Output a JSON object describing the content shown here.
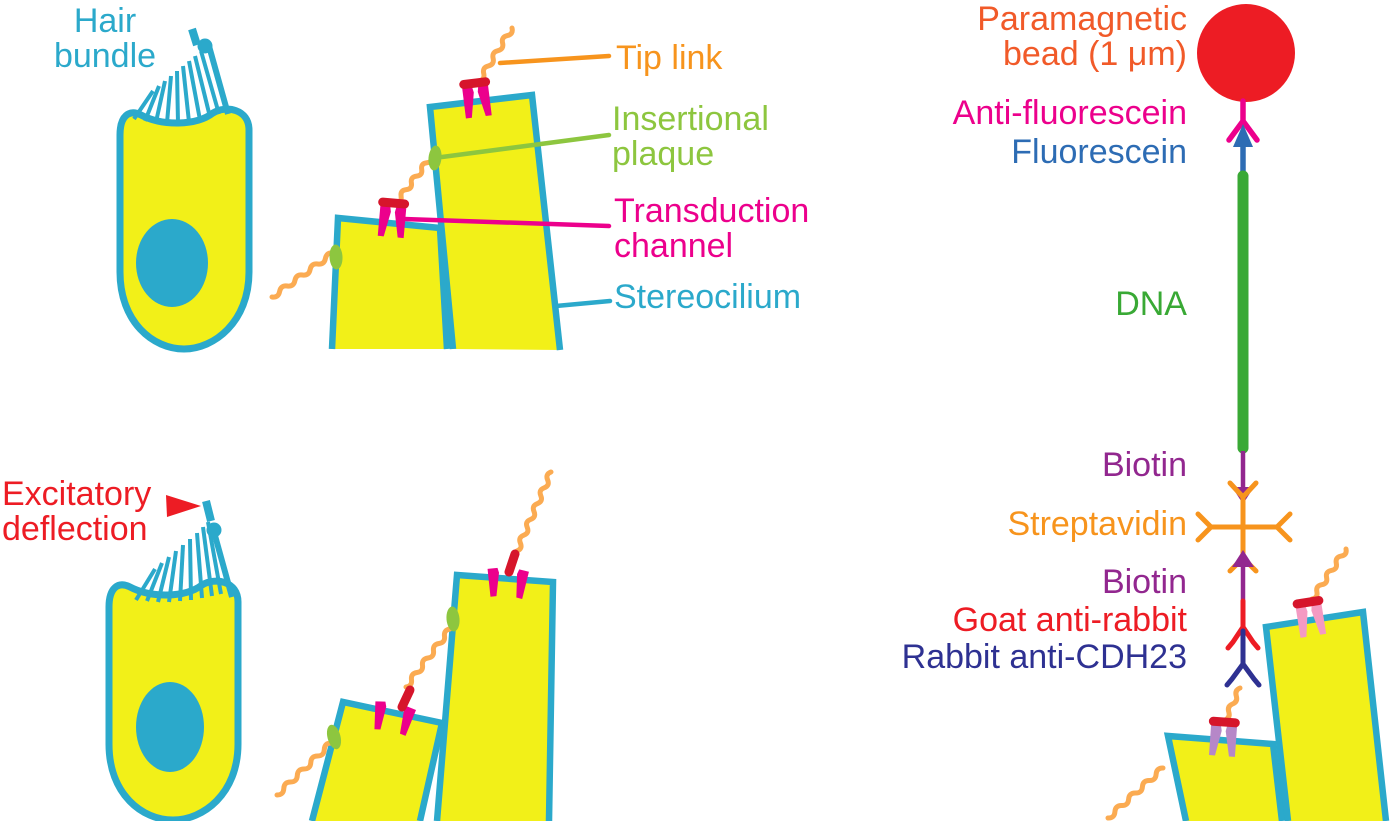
{
  "colors": {
    "teal": "#2BA9CB",
    "yellow": "#F2F018",
    "magenta": "#EC008C",
    "dark_red": "#D6152B",
    "red": "#ED1C24",
    "orange_red": "#F15A29",
    "orange": "#F7941D",
    "tip_link_orange": "#FBAB52",
    "plaque_green": "#8DC63F",
    "dna_green": "#39A935",
    "biotin_purple": "#92278F",
    "navy": "#2E3192",
    "fluorescein_blue": "#2D6CB4",
    "pink": "#F49AC2",
    "lilac": "#B687C8"
  },
  "labels": {
    "hair_bundle": {
      "line1": "Hair",
      "line2": "bundle"
    },
    "tip_link": "Tip link",
    "insertional_plaque": {
      "line1": "Insertional",
      "line2": "plaque"
    },
    "transduction_channel": {
      "line1": "Transduction",
      "line2": "channel"
    },
    "stereocilium": "Stereocilium",
    "excitatory_deflection": {
      "line1": "Excitatory",
      "line2": "deflection"
    },
    "paramagnetic_bead": {
      "line1": "Paramagnetic",
      "line2": "bead (1 μm)"
    },
    "anti_fluorescein": "Anti-fluorescein",
    "fluorescein": "Fluorescein",
    "dna": "DNA",
    "biotin_upper": "Biotin",
    "streptavidin": "Streptavidin",
    "biotin_lower": "Biotin",
    "goat_anti_rabbit": "Goat anti-rabbit",
    "rabbit_anti_cdh23": "Rabbit anti-CDH23"
  }
}
